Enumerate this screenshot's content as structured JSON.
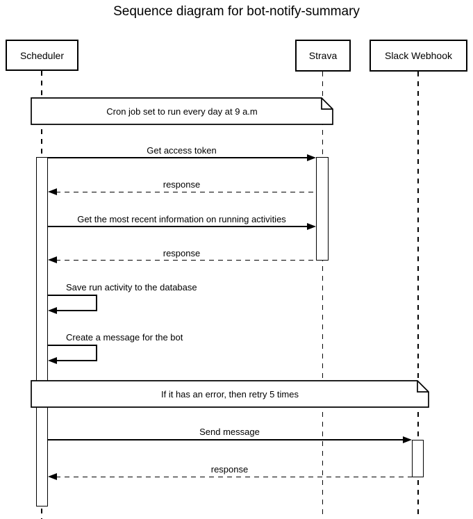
{
  "title": "Sequence diagram for bot-notify-summary",
  "participants": [
    {
      "label": "Scheduler"
    },
    {
      "label": "Strava"
    },
    {
      "label": "Slack Webhook"
    }
  ],
  "notes": [
    {
      "over": "Scheduler, Strava",
      "text": "Cron job set to run every day at 9 a.m"
    },
    {
      "over": "Scheduler, Slack Webhook",
      "text": "If it has an error, then retry 5 times"
    }
  ],
  "messages": [
    {
      "from": "Scheduler",
      "to": "Strava",
      "style": "solid",
      "label": "Get access token"
    },
    {
      "from": "Strava",
      "to": "Scheduler",
      "style": "dashed",
      "label": "response"
    },
    {
      "from": "Scheduler",
      "to": "Strava",
      "style": "solid",
      "label": "Get the most recent information on running activities"
    },
    {
      "from": "Strava",
      "to": "Scheduler",
      "style": "dashed",
      "label": "response"
    },
    {
      "from": "Scheduler",
      "to": "Scheduler",
      "style": "self",
      "label": "Save run activity to the database"
    },
    {
      "from": "Scheduler",
      "to": "Scheduler",
      "style": "self",
      "label": "Create a message for the bot"
    },
    {
      "from": "Scheduler",
      "to": "Slack Webhook",
      "style": "solid",
      "label": "Send message"
    },
    {
      "from": "Slack Webhook",
      "to": "Scheduler",
      "style": "dashed",
      "label": "response"
    }
  ],
  "colors": {
    "stroke": "#000000",
    "fill": "#ffffff",
    "background": "#ffffff",
    "text": "#000000"
  }
}
